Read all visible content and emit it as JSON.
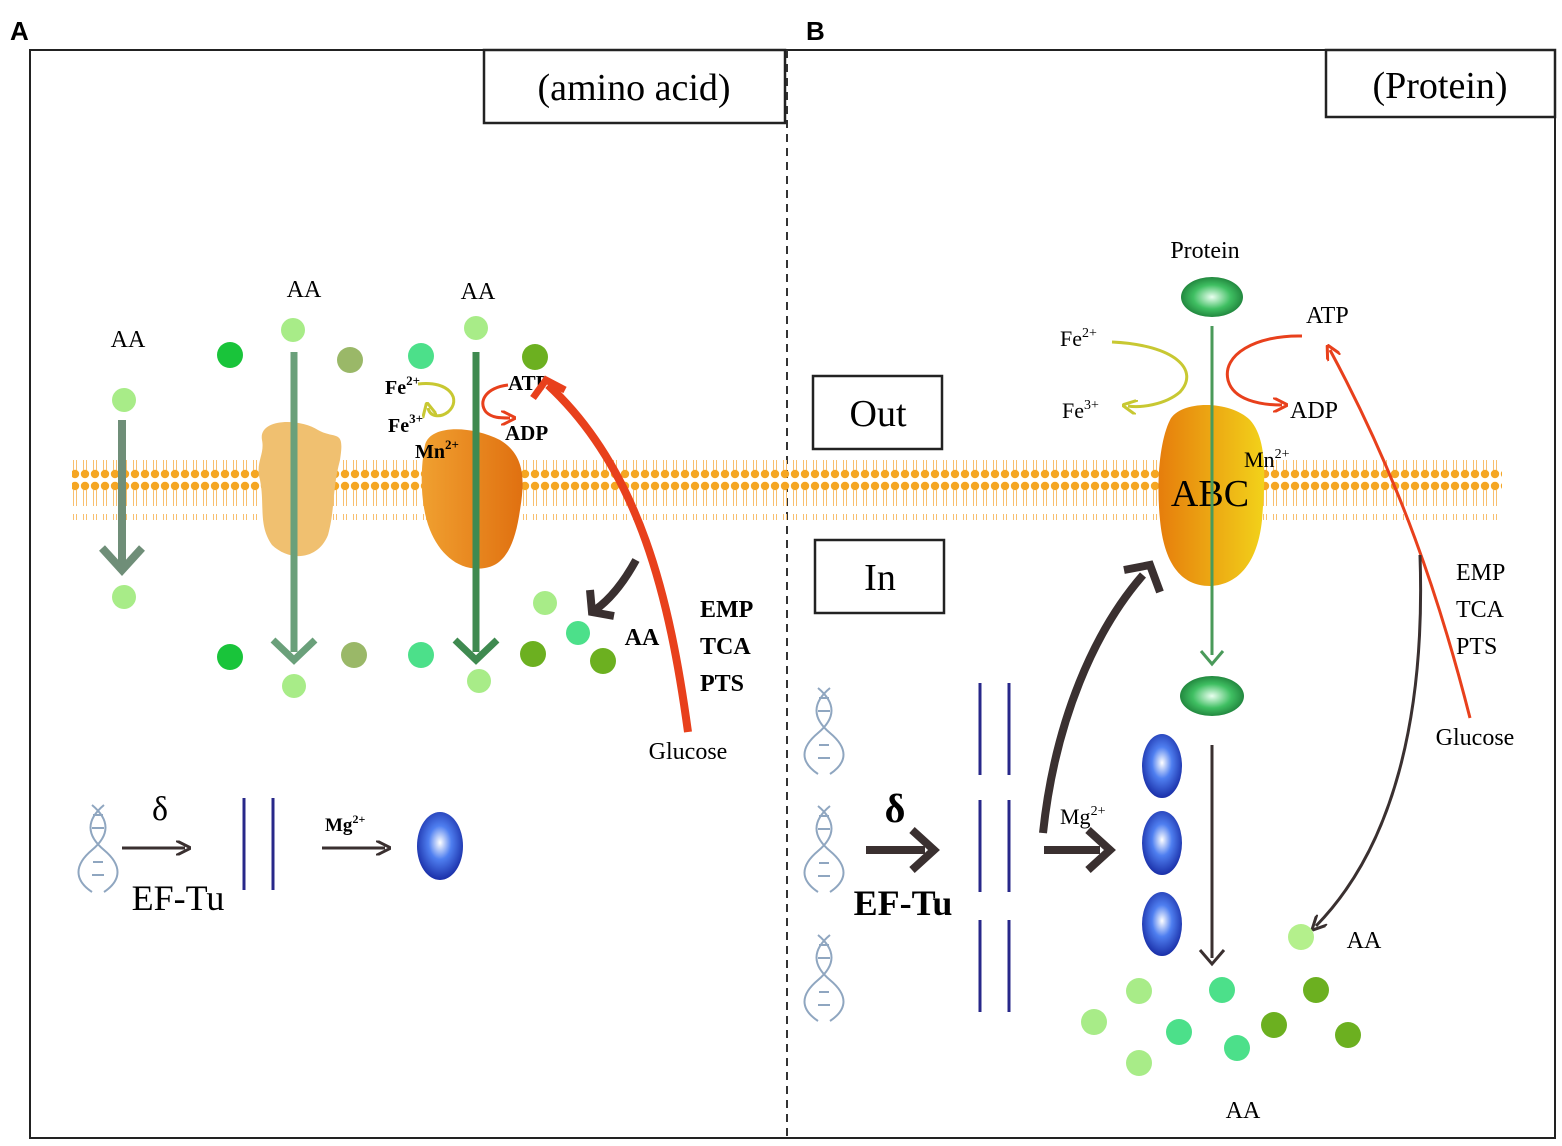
{
  "panel_labels": {
    "a": "A",
    "b": "B"
  },
  "panel_a": {
    "title": "(amino acid)",
    "aa_labels": [
      "AA",
      "AA",
      "AA",
      "AA"
    ],
    "fe2": "Fe",
    "fe2_sup": "2+",
    "fe3": "Fe",
    "fe3_sup": "3+",
    "mn": "Mn",
    "mn_sup": "2+",
    "atp": "ATP",
    "adp": "ADP",
    "pathways": [
      "EMP",
      "TCA",
      "PTS"
    ],
    "glucose": "Glucose",
    "delta": "δ",
    "eftu": "EF-Tu",
    "mg": "Mg",
    "mg_sup": "2+"
  },
  "divider_labels": {
    "out": "Out",
    "in": "In"
  },
  "panel_b": {
    "title": "(Protein)",
    "protein": "Protein",
    "fe2": "Fe",
    "fe2_sup": "2+",
    "fe3": "Fe",
    "fe3_sup": "3+",
    "atp": "ATP",
    "adp": "ADP",
    "mn": "Mn",
    "mn_sup": "2+",
    "abc": "ABC",
    "pathways": [
      "EMP",
      "TCA",
      "PTS"
    ],
    "glucose": "Glucose",
    "delta": "δ",
    "eftu": "EF-Tu",
    "mg": "Mg",
    "mg_sup": "2+",
    "aa_labels": [
      "AA",
      "AA"
    ]
  },
  "colors": {
    "membrane": "#f5a623",
    "green_arrow": "#4a9a5a",
    "red_arrow": "#e8401c",
    "yellow_arrow": "#c8c832",
    "dark_arrow": "#3a3030",
    "ribosome_line": "#28288a",
    "transporter_orange": "#e8860a",
    "transporter_tan": "#f0c070"
  }
}
